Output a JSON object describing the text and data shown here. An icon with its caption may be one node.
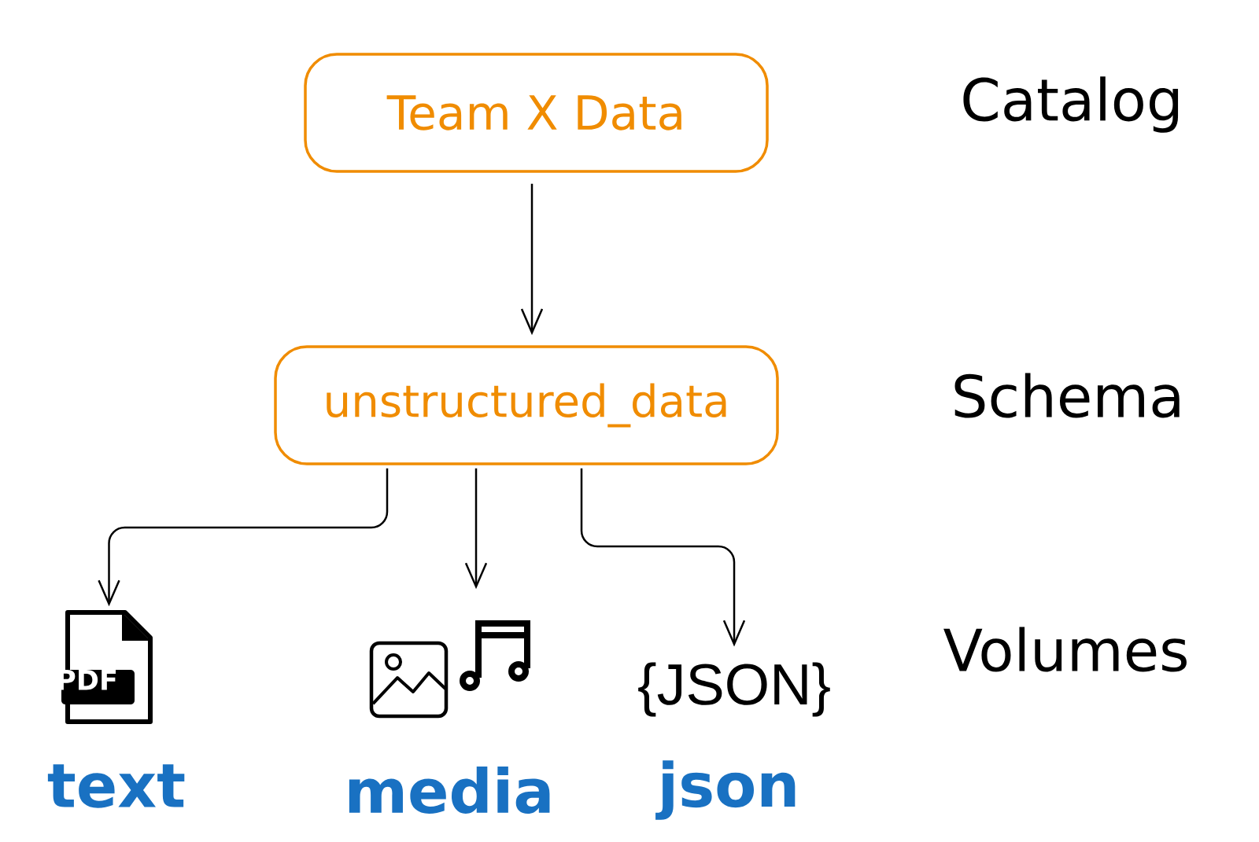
{
  "diagram": {
    "nodes": [
      {
        "text": [
          "Team X Data"
        ]
      },
      {
        "text": [
          "unstructured_data"
        ]
      },
      {
        "text": [
          "PDF"
        ],
        "beside": [
          "text"
        ]
      },
      {
        "text": [],
        "shape": "picture",
        "beside": [
          "media"
        ]
      },
      {
        "text": [
          "{JSON}"
        ],
        "beside": [
          "json"
        ]
      }
    ],
    "edges": [
      {
        "from": 0,
        "to": 1,
        "arrow": "to"
      },
      {
        "from": 1,
        "to": 2,
        "arrow": "to"
      },
      {
        "from": 1,
        "to": 3,
        "arrow": "to"
      },
      {
        "from": 1,
        "to": 4,
        "arrow": "to"
      }
    ],
    "labels": [
      "Catalog",
      "Schema",
      "Volumes"
    ]
  }
}
